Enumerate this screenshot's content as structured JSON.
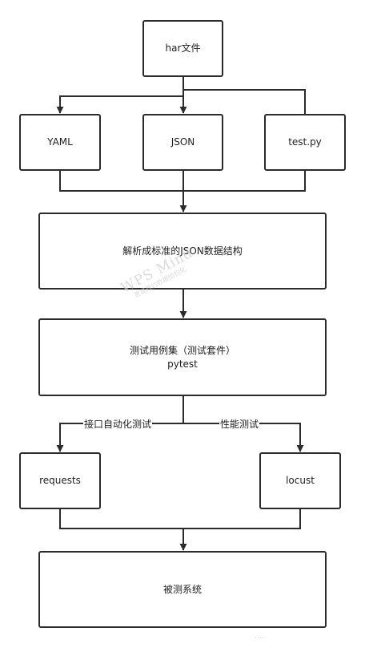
{
  "nodes": {
    "har_file": "har文件",
    "yaml": "YAML",
    "json": "JSON",
    "test_py": "test.py",
    "parse": "解析成标准的JSON数据结构",
    "testcase_line1": "测试用例集（测试套件）",
    "testcase_line2": "pytest",
    "requests": "requests",
    "locust": "locust",
    "sut": "被测系统"
  },
  "edges": {
    "api_automation": "接口自动化测试",
    "performance": "性能测试"
  },
  "watermark": {
    "main": "WPS Mind",
    "sub": "更高效的数据结构化"
  },
  "corner_stamp": "·····"
}
